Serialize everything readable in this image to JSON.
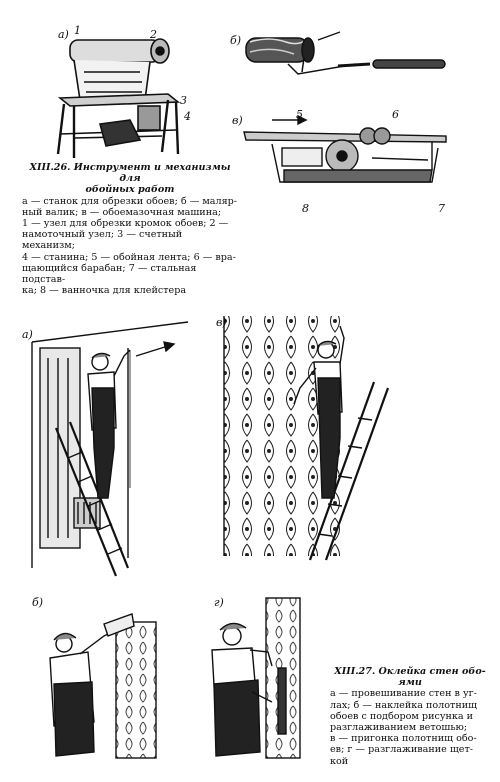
{
  "fig26": {
    "panel_labels": {
      "a": "а)",
      "b": "б)",
      "v": "в)"
    },
    "callouts": {
      "n1": "1",
      "n2": "2",
      "n3": "3",
      "n4": "4",
      "n5": "5",
      "n6": "6",
      "n7": "7",
      "n8": "8"
    },
    "caption_title_1": "ХIII.26. Инструмент и механизмы для",
    "caption_title_2": "обойных работ",
    "caption_lines": [
      "а — станок для обрезки обоев; б — маляр-",
      "ный валик; в — обоемазочная машина;",
      "1 — узел для обрезки кромок обоев; 2 —",
      "намоточный узел; 3 — счетный механизм;",
      "4 — станина; 5 — обойная лента; 6 — вра-",
      "щающийся барабан; 7 — стальная подстав-",
      "ка; 8 — ванночка для клейстера"
    ]
  },
  "fig27": {
    "panel_labels": {
      "a": "а)",
      "v": "в)",
      "b": "б)",
      "g": "г)"
    },
    "caption_title_1": "ХIII.27. Оклейка стен обо-",
    "caption_title_2": "ями",
    "caption_lines": [
      "а — провешивание стен в уг-",
      "лах; б — наклейка полотнищ",
      "обоев с подбором рисунка и",
      "разглаживанием ветошью;",
      "в — пригонка полотнищ обо-",
      "ев; г — разглаживание щет-",
      "кой"
    ]
  }
}
